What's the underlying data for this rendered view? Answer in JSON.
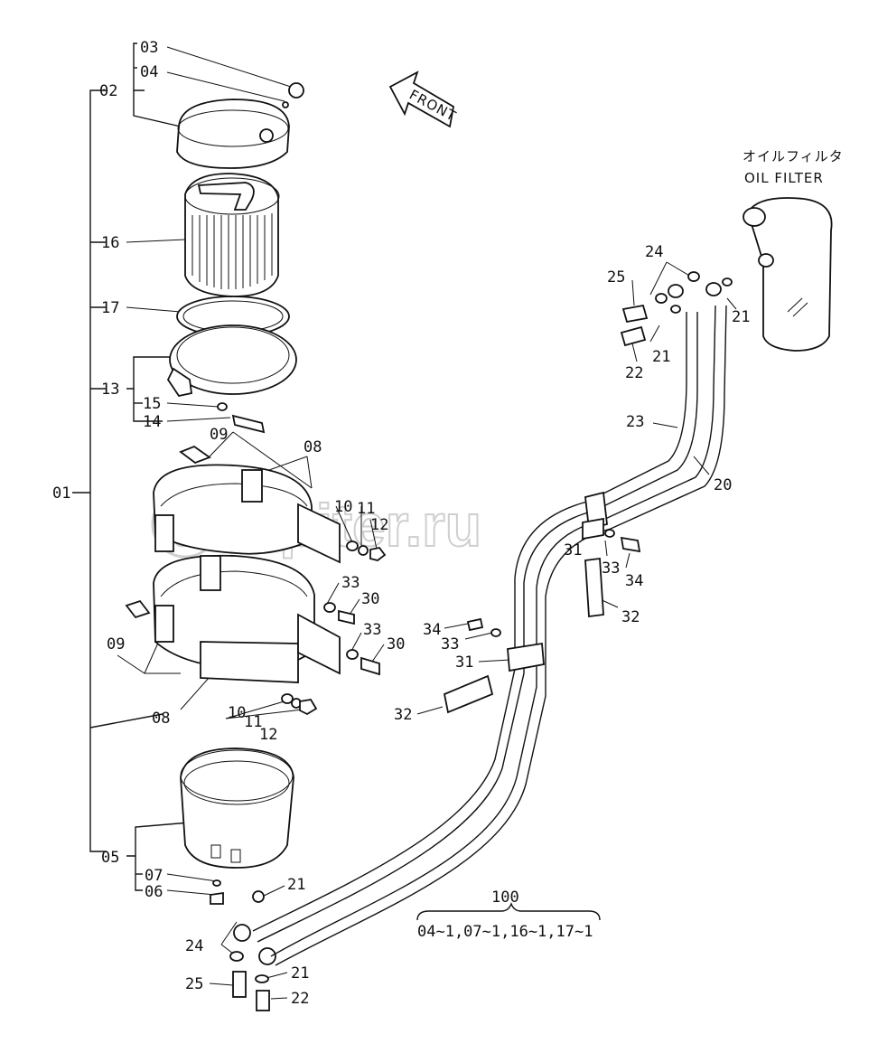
{
  "diagram": {
    "front_arrow_label": "FRONT",
    "oil_filter_jp": "オイルフィルタ",
    "oil_filter_en": "OIL FILTER",
    "watermark": "autopiter.ru",
    "kit_number": "100",
    "kit_contents": "04~1,07~1,16~1,17~1",
    "labels": {
      "l01": "01",
      "l02": "02",
      "l03": "03",
      "l04": "04",
      "l05": "05",
      "l06": "06",
      "l07": "07",
      "l13": "13",
      "l14": "14",
      "l15": "15",
      "l16": "16",
      "l17": "17",
      "l08a": "08",
      "l09a": "09",
      "l10a": "10",
      "l11a": "11",
      "l12a": "12",
      "l08b": "08",
      "l09b": "09",
      "l10b": "10",
      "l11b": "11",
      "l12b": "12",
      "l30a": "30",
      "l33a": "33",
      "l30b": "30",
      "l33b": "33",
      "l20": "20",
      "l23": "23",
      "l21a": "21",
      "l21b": "21",
      "l21c": "21",
      "l21d": "21",
      "l22a": "22",
      "l22b": "22",
      "l24a": "24",
      "l24b": "24",
      "l25a": "25",
      "l25b": "25",
      "l31a": "31",
      "l31b": "31",
      "l32a": "32",
      "l32b": "32",
      "l33c": "33",
      "l33d": "33",
      "l34a": "34",
      "l34b": "34"
    }
  }
}
